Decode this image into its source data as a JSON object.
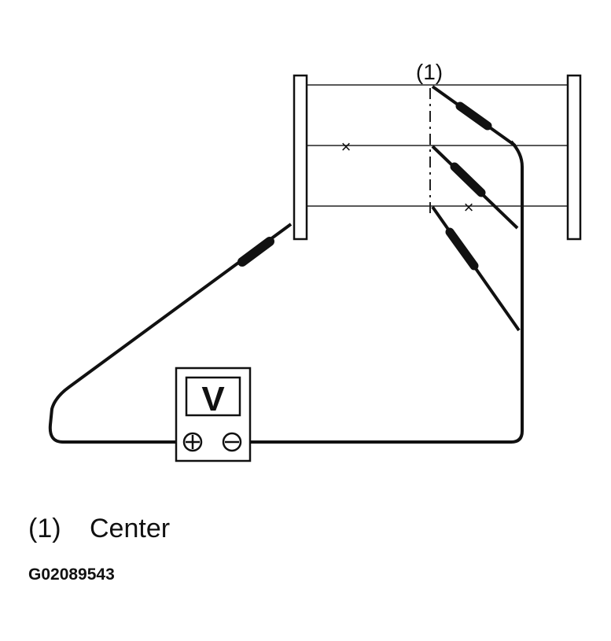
{
  "callout": {
    "marker": "(1)"
  },
  "meter": {
    "symbol": "V",
    "positive_symbol": "+",
    "negative_symbol": "−"
  },
  "pipe_marks": {
    "left_x": "×",
    "right_x": "×"
  },
  "legend": {
    "number": "(1)",
    "label": "Center"
  },
  "figure_id": "G02089543"
}
